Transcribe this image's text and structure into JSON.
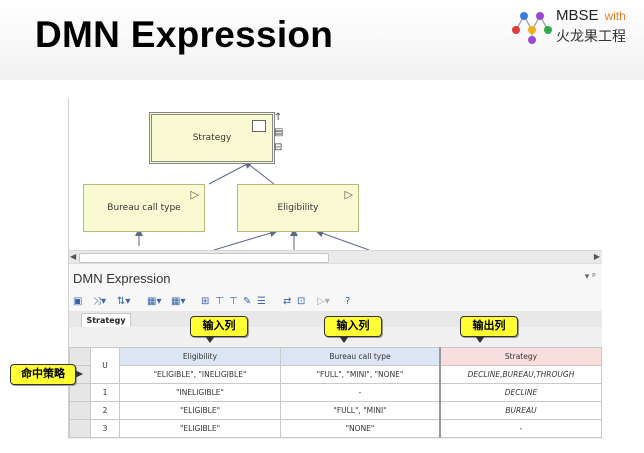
{
  "slide": {
    "title": "DMN Expression"
  },
  "logo": {
    "brand": "MBSE",
    "with": "with",
    "sub": "火龙果工程"
  },
  "diagram": {
    "nodes": {
      "strategy": "Strategy",
      "bureau": "Bureau call type",
      "eligibility": "Eligibility"
    }
  },
  "panel": {
    "title": "DMN Expression",
    "pin": "▾ ᵖ"
  },
  "tabs": {
    "active": "Strategy"
  },
  "callouts": {
    "input1": "输入列",
    "input2": "输入列",
    "output": "输出列",
    "hit_policy": "命中策略"
  },
  "table": {
    "hit_policy": "U",
    "headers": {
      "col1": "Eligibility",
      "col2": "Bureau call type",
      "out": "Strategy"
    },
    "allowed": {
      "col1": "\"ELIGIBLE\", \"INELIGIBLE\"",
      "col2": "\"FULL\", \"MINI\", \"NONE\"",
      "out": "DECLINE,BUREAU,THROUGH"
    },
    "rows": [
      {
        "n": "1",
        "c1": "\"INELIGIBLE\"",
        "c2": "-",
        "out": "DECLINE"
      },
      {
        "n": "2",
        "c1": "\"ELIGIBLE\"",
        "c2": "\"FULL\", \"MINI\"",
        "out": "BUREAU"
      },
      {
        "n": "3",
        "c1": "\"ELIGIBLE\"",
        "c2": "\"NONE\"",
        "out": "-"
      }
    ]
  }
}
